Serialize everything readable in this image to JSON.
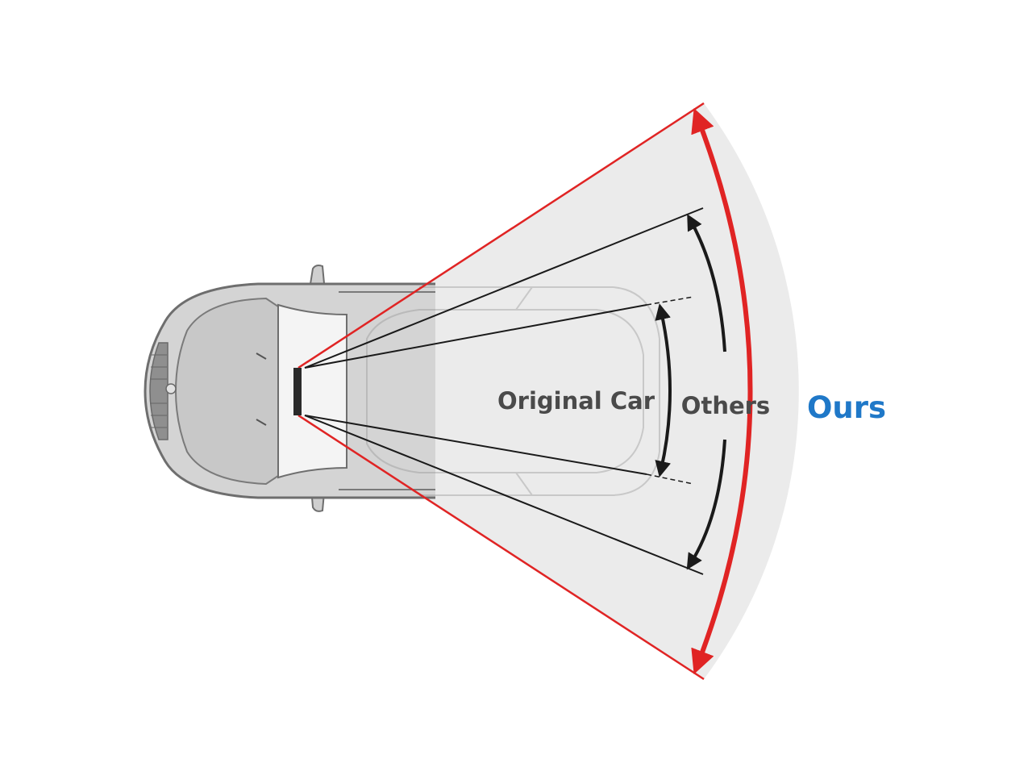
{
  "labels": {
    "original_car": "Original Car",
    "others": "Others",
    "ours": "Ours"
  },
  "colors": {
    "ours_fov": "#e02424",
    "others_fov": "#1a1a1a",
    "original_fov": "#1a1a1a",
    "ours_label": "#1f78c8",
    "text_dark": "#4a4a4a",
    "fov_fill": "#ebebeb",
    "car_body": "#d4d4d4",
    "car_outline": "#6e6e6e"
  },
  "icons": {
    "car": "top-view-car-icon",
    "camera": "camera-icon",
    "ghost_car": "ghost-car-outline-icon"
  }
}
